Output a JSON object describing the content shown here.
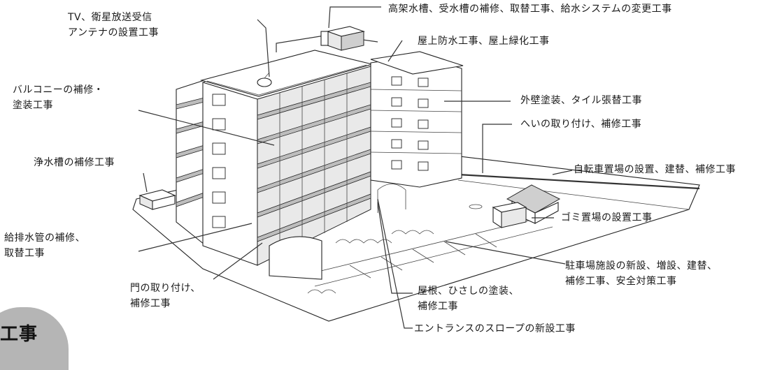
{
  "corner": {
    "text": "工事"
  },
  "labels": {
    "tv_antenna": [
      "TV、衛星放送受信",
      "アンテナの設置工事"
    ],
    "water_tank": "高架水槽、受水槽の補修、取替工事、給水システムの変更工事",
    "roof": "屋上防水工事、屋上緑化工事",
    "balcony": [
      "バルコニーの補修・",
      "塗装工事"
    ],
    "exterior_wall": "外壁塗装、タイル張替工事",
    "fence": "へいの取り付け、補修工事",
    "septic": "浄水槽の補修工事",
    "bicycle": "自転車置場の設置、建替、補修工事",
    "garbage": "ゴミ置場の設置工事",
    "pipes": [
      "給排水管の補修、",
      "取替工事"
    ],
    "parking": [
      "駐車場施設の新設、増設、建替、",
      "補修工事、安全対策工事"
    ],
    "gate": [
      "門の取り付け、",
      "補修工事"
    ],
    "eaves": [
      "屋根、ひさしの塗装、",
      "補修工事"
    ],
    "slope": "エントランスのスロープの新設工事"
  }
}
